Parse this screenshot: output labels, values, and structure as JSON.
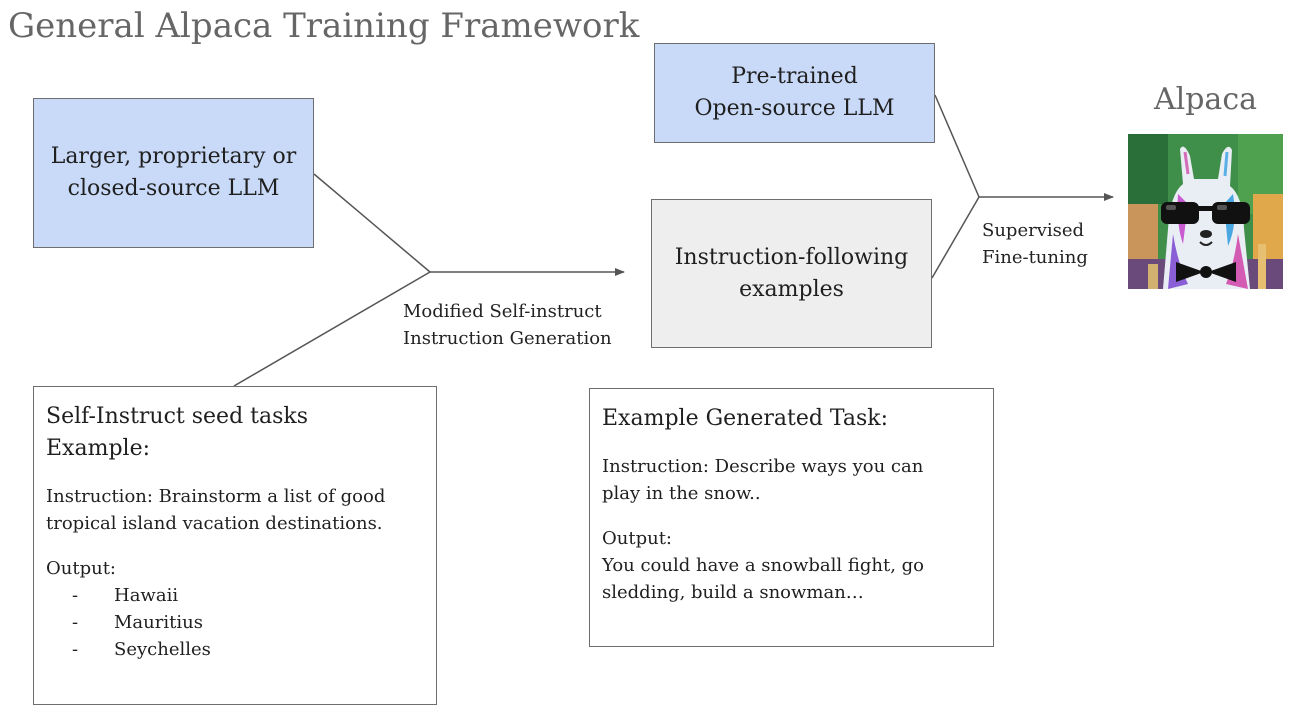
{
  "title": "General Alpaca Training Framework",
  "boxes": {
    "llm_proprietary": {
      "line1": "Larger, proprietary or",
      "line2": "closed-source LLM"
    },
    "pretrained": {
      "line1": "Pre-trained",
      "line2": "Open-source LLM"
    },
    "instruction_examples": {
      "line1": "Instruction-following",
      "line2": "examples"
    }
  },
  "labels": {
    "self_instruct_1": "Modified Self-instruct",
    "self_instruct_2": "Instruction Generation",
    "sft_1": "Supervised",
    "sft_2": "Fine-tuning"
  },
  "alpaca": {
    "title": "Alpaca"
  },
  "seed_tasks": {
    "heading1": "Self-Instruct seed tasks",
    "heading2": "Example:",
    "instruction1": "Instruction: Brainstorm a list of good",
    "instruction2": "tropical island vacation destinations.",
    "output_label": "Output:",
    "items": [
      "Hawaii",
      "Mauritius",
      "Seychelles"
    ],
    "dash": "-"
  },
  "generated_task": {
    "heading": "Example Generated Task:",
    "instruction1": "Instruction: Describe ways you can",
    "instruction2": "play in the snow..",
    "output_label": "Output:",
    "output1": "You could have a snowball fight, go",
    "output2": "sledding, build a snowman…"
  },
  "colors": {
    "blue_box": "#c9daf8",
    "gray_box": "#eeeeee",
    "line": "#555555",
    "title": "#666666"
  }
}
